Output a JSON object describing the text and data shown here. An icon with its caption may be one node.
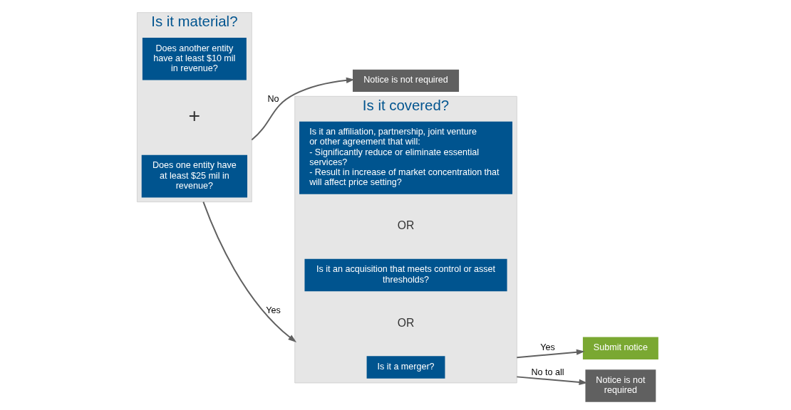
{
  "diagram": {
    "nodes": [
      {
        "text": [
          "Is it material?"
        ]
      },
      {
        "text": [
          "Does one entity have at least $25 mil in revenue?"
        ],
        "in": 0
      },
      {
        "text": [
          "Does another entity have at least $10 mil in revenue?"
        ],
        "in": 0
      },
      {
        "text": [
          "Notice is not required"
        ]
      },
      {
        "text": [
          "Is it covered?"
        ]
      },
      {
        "text": [
          "Is it a merger?"
        ],
        "in": 4
      },
      {
        "text": [
          "Is it an acquisition that meets control or asset thresholds?"
        ],
        "in": 4
      },
      {
        "text": [
          "Is it an affiliation, partnership, joint venture or other agreement that will:",
          "- Significantly reduce or eliminate essential services?",
          "- Result in increase of market concentration that will affect price setting?"
        ],
        "in": 4
      },
      {
        "text": [
          "Submit notice"
        ]
      },
      {
        "text": [
          "Notice is not required"
        ]
      }
    ],
    "edges": [
      {
        "from": 0,
        "to": 4,
        "arrow": "to",
        "label": "Yes"
      },
      {
        "from": 0,
        "to": 3,
        "arrow": "to",
        "label": "No"
      },
      {
        "from": 4,
        "to": 8,
        "arrow": "to",
        "label": "Yes"
      },
      {
        "from": 4,
        "to": 9,
        "arrow": "to",
        "label": "No to all"
      }
    ],
    "labels": [
      "+",
      "OR",
      "OR"
    ]
  }
}
